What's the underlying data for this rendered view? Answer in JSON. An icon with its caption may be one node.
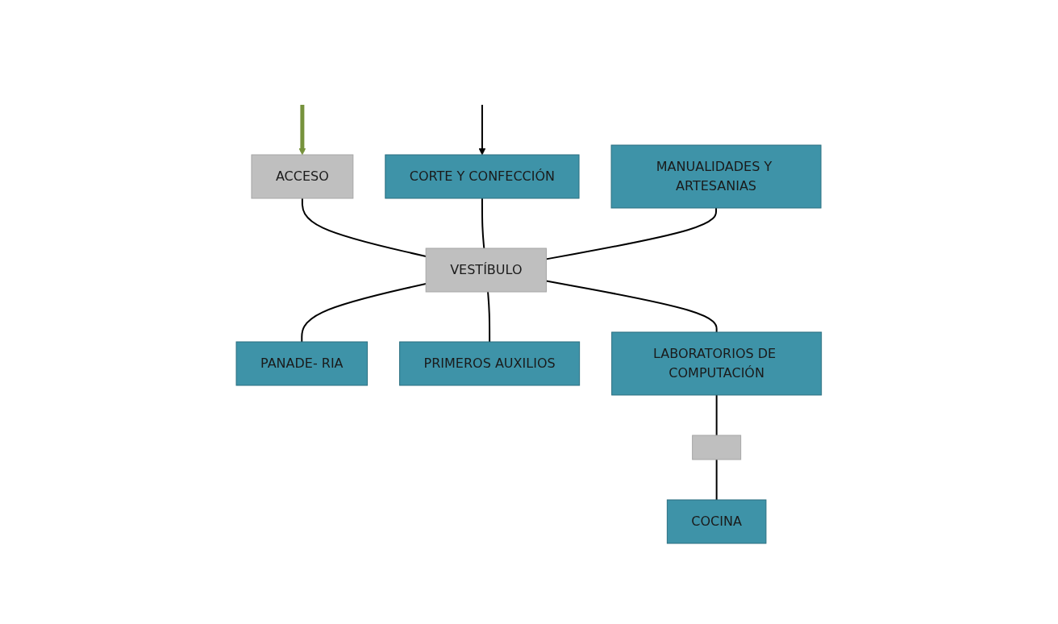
{
  "diagram": {
    "nodes": [
      {
        "text": [
          "CORTE Y CONFECCIÓN"
        ]
      },
      {
        "text": [
          "MANUALIDADES Y ARTESANIAS"
        ]
      },
      {
        "text": [
          "PANADE- RIA"
        ]
      },
      {
        "text": [
          "ACCESO"
        ]
      },
      {
        "text": [
          "VESTÍBULO"
        ]
      },
      {
        "text": [
          "PRIMEROS AUXILIOS"
        ]
      },
      {
        "text": [
          "LABORATORIOS DE COMPUTACIÓN"
        ]
      },
      {
        "text": [],
        "shape": "box"
      },
      {
        "text": [
          "COCINA"
        ]
      }
    ],
    "edges": [
      {
        "from": null,
        "to": 3,
        "arrow": "to",
        "style": "thick",
        "color": "#76923c"
      },
      {
        "from": null,
        "to": 0,
        "arrow": "to"
      },
      {
        "from": 3,
        "to": 4,
        "arrow": "none"
      },
      {
        "from": 0,
        "to": 4,
        "arrow": "none"
      },
      {
        "from": 1,
        "to": 4,
        "arrow": "none"
      },
      {
        "from": 4,
        "to": 2,
        "arrow": "none"
      },
      {
        "from": 4,
        "to": 5,
        "arrow": "none"
      },
      {
        "from": 4,
        "to": 6,
        "arrow": "none"
      },
      {
        "from": 6,
        "to": 7,
        "arrow": "none"
      },
      {
        "from": 7,
        "to": 8,
        "arrow": "none"
      }
    ]
  }
}
